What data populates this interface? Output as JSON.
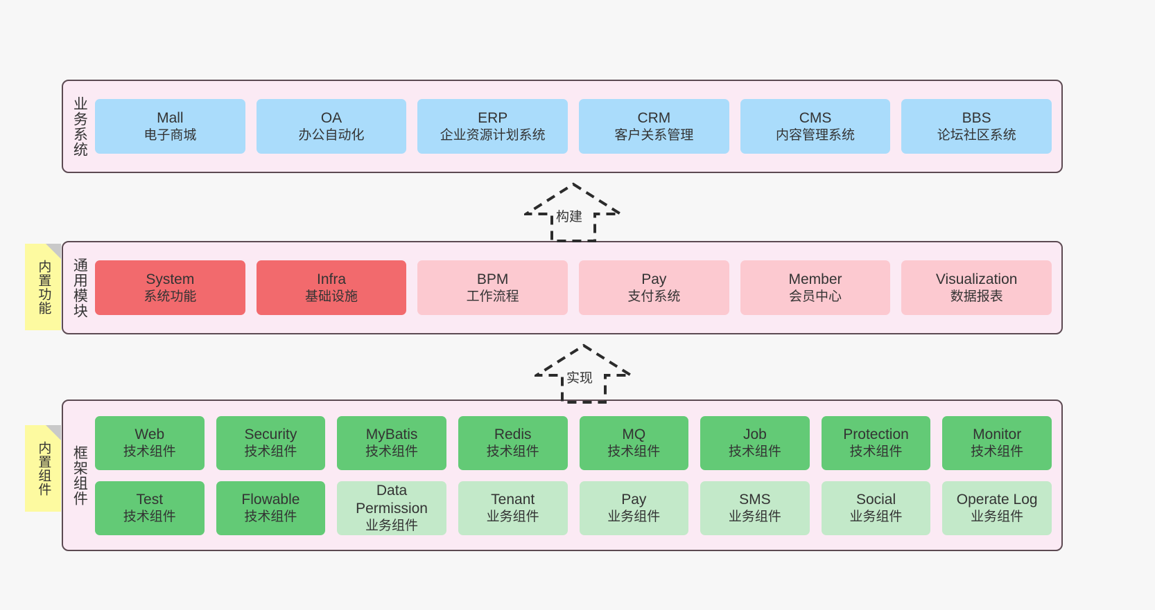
{
  "diagram": {
    "title": "",
    "colors": {
      "band_fill": "#fbeaf4",
      "band_border": "#5c4a52",
      "blue": "#aadcfb",
      "red": "#f26a6d",
      "pink": "#fcc9d0",
      "green": "#63ca76",
      "light_green": "#c3e9c9",
      "note_yellow": "#fdfaa0",
      "canvas": "#f7f7f7"
    }
  },
  "business_band": {
    "label": "业务系统",
    "cards": [
      {
        "name": "Mall",
        "desc": "电子商城",
        "style": "blue"
      },
      {
        "name": "OA",
        "desc": "办公自动化",
        "style": "blue"
      },
      {
        "name": "ERP",
        "desc": "企业资源计划系统",
        "style": "blue"
      },
      {
        "name": "CRM",
        "desc": "客户关系管理",
        "style": "blue"
      },
      {
        "name": "CMS",
        "desc": "内容管理系统",
        "style": "blue"
      },
      {
        "name": "BBS",
        "desc": "论坛社区系统",
        "style": "blue"
      }
    ]
  },
  "arrow_build": {
    "label": "构建"
  },
  "module_band": {
    "label": "通用模块",
    "note": "内置功能",
    "cards": [
      {
        "name": "System",
        "desc": "系统功能",
        "style": "red"
      },
      {
        "name": "Infra",
        "desc": "基础设施",
        "style": "red"
      },
      {
        "name": "BPM",
        "desc": "工作流程",
        "style": "pink"
      },
      {
        "name": "Pay",
        "desc": "支付系统",
        "style": "pink"
      },
      {
        "name": "Member",
        "desc": "会员中心",
        "style": "pink"
      },
      {
        "name": "Visualization",
        "desc": "数据报表",
        "style": "pink"
      }
    ]
  },
  "arrow_impl": {
    "label": "实现"
  },
  "framework_band": {
    "label": "框架组件",
    "note": "内置组件",
    "row1": [
      {
        "name": "Web",
        "desc": "技术组件",
        "style": "green"
      },
      {
        "name": "Security",
        "desc": "技术组件",
        "style": "green"
      },
      {
        "name": "MyBatis",
        "desc": "技术组件",
        "style": "green"
      },
      {
        "name": "Redis",
        "desc": "技术组件",
        "style": "green"
      },
      {
        "name": "MQ",
        "desc": "技术组件",
        "style": "green"
      },
      {
        "name": "Job",
        "desc": "技术组件",
        "style": "green"
      },
      {
        "name": "Protection",
        "desc": "技术组件",
        "style": "green"
      },
      {
        "name": "Monitor",
        "desc": "技术组件",
        "style": "green"
      }
    ],
    "row2": [
      {
        "name": "Test",
        "desc": "技术组件",
        "style": "green"
      },
      {
        "name": "Flowable",
        "desc": "技术组件",
        "style": "green"
      },
      {
        "name": "Data Permission",
        "desc": "业务组件",
        "style": "light_green"
      },
      {
        "name": "Tenant",
        "desc": "业务组件",
        "style": "light_green"
      },
      {
        "name": "Pay",
        "desc": "业务组件",
        "style": "light_green"
      },
      {
        "name": "SMS",
        "desc": "业务组件",
        "style": "light_green"
      },
      {
        "name": "Social",
        "desc": "业务组件",
        "style": "light_green"
      },
      {
        "name": "Operate Log",
        "desc": "业务组件",
        "style": "light_green"
      }
    ]
  }
}
